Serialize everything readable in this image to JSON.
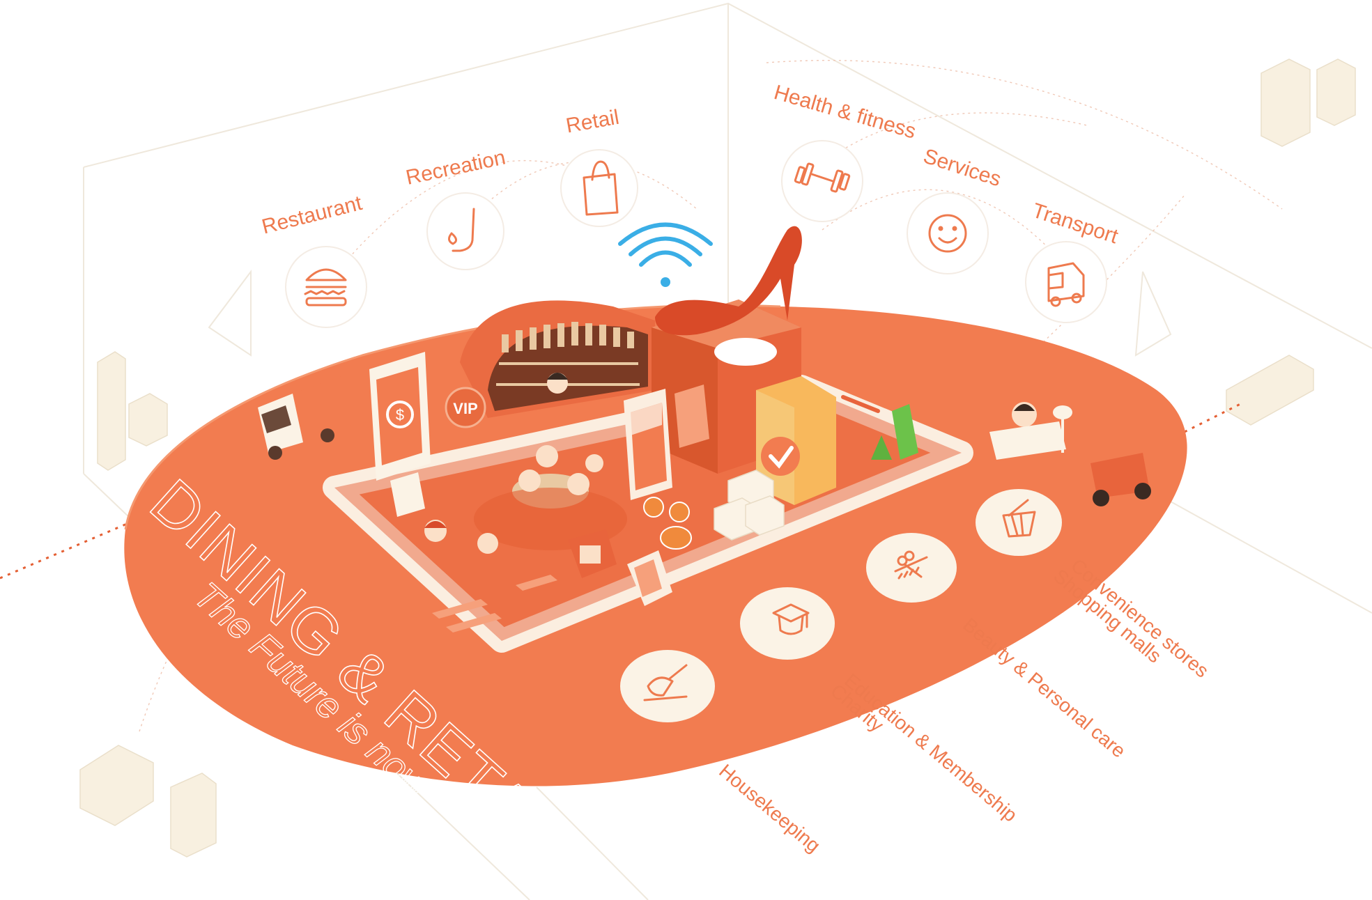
{
  "top_categories": [
    {
      "label": "Restaurant",
      "icon": "burger-icon"
    },
    {
      "label": "Recreation",
      "icon": "foot-icon"
    },
    {
      "label": "Retail",
      "icon": "shopping-bag-icon"
    },
    {
      "label": "Health & fitness",
      "icon": "dumbbell-icon"
    },
    {
      "label": "Services",
      "icon": "smiley-icon"
    },
    {
      "label": "Transport",
      "icon": "truck-icon"
    }
  ],
  "bottom_categories": [
    {
      "label": "Housekeeping",
      "icon": "plunger-icon"
    },
    {
      "label": "Education & Membership",
      "label2": "Charity",
      "icon": "graduation-cap-icon"
    },
    {
      "label": "Beauty & Personal care",
      "icon": "comb-scissors-icon"
    },
    {
      "label": "Convenience stores",
      "label2": "Shopping malls",
      "icon": "shopping-basket-icon"
    }
  ],
  "headline": {
    "title": "DINING & RETAIL",
    "subtitle": "The Future is now"
  },
  "badges": {
    "vip": "VIP",
    "currency": "$"
  },
  "colors": {
    "accent": "#ee7a4e",
    "platform": "#f27c50",
    "dark_orange": "#d8572d",
    "cream": "#f8f0e0",
    "wifi": "#3aaee6",
    "green": "#6cc24a"
  }
}
